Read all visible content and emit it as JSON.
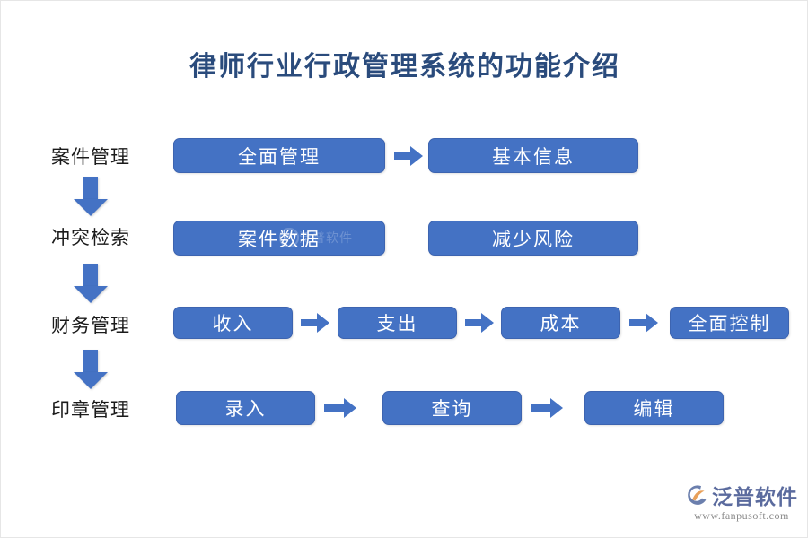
{
  "title": "律师行业行政管理系统的功能介绍",
  "colors": {
    "title_color": "#2a4b7c",
    "box_fill": "#4472C4",
    "box_text": "#ffffff",
    "arrow": "#4472C4",
    "label_text": "#1a1a1a",
    "background": "#ffffff"
  },
  "rows": [
    {
      "label": "案件管理",
      "boxes": [
        "全面管理",
        "基本信息"
      ],
      "arrows_between": [
        true
      ]
    },
    {
      "label": "冲突检索",
      "boxes": [
        "案件数据",
        "减少风险"
      ],
      "arrows_between": [
        false
      ]
    },
    {
      "label": "财务管理",
      "boxes": [
        "收入",
        "支出",
        "成本",
        "全面控制"
      ],
      "arrows_between": [
        true,
        true,
        true
      ]
    },
    {
      "label": "印章管理",
      "boxes": [
        "录入",
        "查询",
        "编辑"
      ],
      "arrows_between": [
        true,
        true
      ]
    }
  ],
  "watermark": {
    "text": "泛普软件"
  },
  "brand": {
    "name": "泛普软件",
    "url": "www.fanpusoft.com"
  }
}
